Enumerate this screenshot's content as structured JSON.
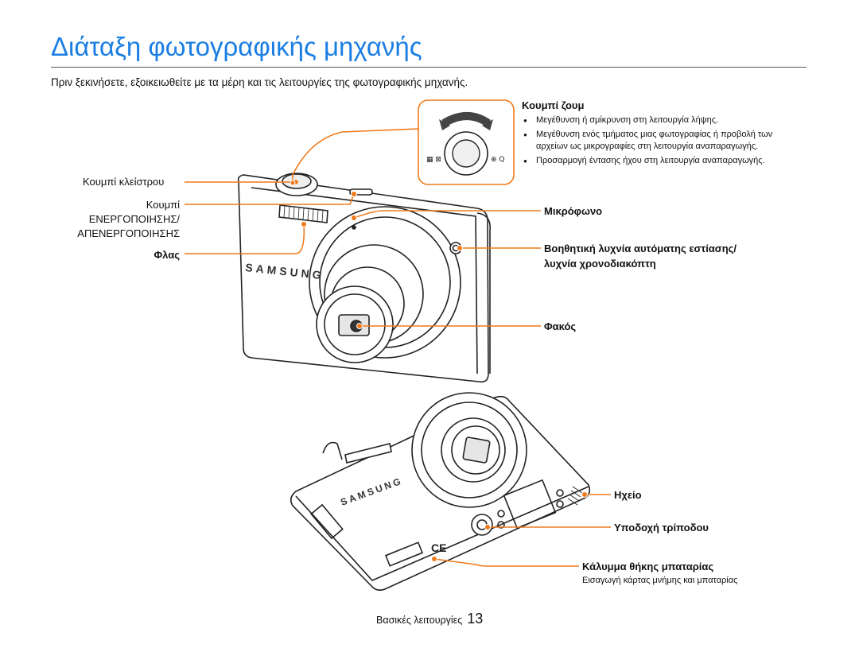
{
  "page": {
    "title": "Διάταξη φωτογραφικής μηχανής",
    "intro": "Πριν ξεκινήσετε, εξοικειωθείτε με τα μέρη και τις λειτουργίες της φωτογραφικής μηχανής."
  },
  "labels_left": {
    "shutter": "Κουμπί κλείστρου",
    "power_line1": "Κουμπί",
    "power_line2": "ΕΝΕΡΓΟΠΟΙΗΣΗΣ/",
    "power_line3": "ΑΠΕΝΕΡΓΟΠΟΙΗΣΗΣ",
    "flash": "Φλας"
  },
  "zoom": {
    "title": "Κουμπί ζουμ",
    "bullets": [
      "Μεγέθυνση ή σμίκρυνση στη λειτουργία λήψης.",
      "Μεγέθυνση ενός τμήματος μιας φωτογραφίας ή προβολή των αρχείων ως μικρογραφίες στη λειτουργία αναπαραγωγής.",
      "Προσαρμογή έντασης ήχου στη λειτουργία αναπαραγωγής."
    ]
  },
  "labels_right": {
    "microphone": "Μικρόφωνο",
    "af_lamp_line1": "Βοηθητική λυχνία αυτόματης εστίασης/",
    "af_lamp_line2": "λυχνία χρονοδιακόπτη",
    "lens": "Φακός",
    "speaker": "Ηχείο",
    "tripod": "Υποδοχή τρίποδου",
    "battery_cover": "Κάλυμμα θήκης μπαταρίας",
    "battery_cover_sub": "Εισαγωγή κάρτας μνήμης και μπαταρίας"
  },
  "camera": {
    "brand": "SAMSUNG"
  },
  "footer": {
    "section": "Βασικές λειτουργίες",
    "page_number": "13"
  },
  "colors": {
    "title": "#1b7ee3",
    "callout": "#f07a1a"
  }
}
